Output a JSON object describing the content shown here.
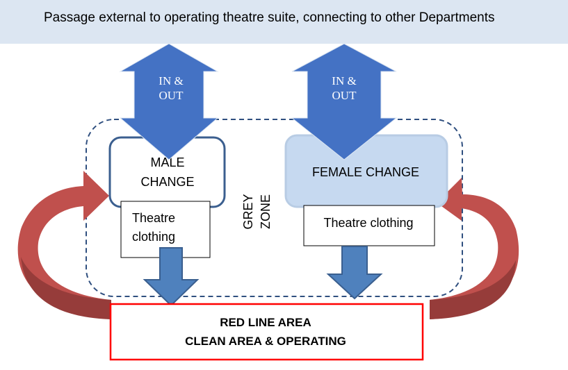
{
  "passage": {
    "label": "Passage external to operating theatre suite, connecting to other Departments"
  },
  "arrows": {
    "in_out_left": {
      "line1": "IN &",
      "line2": "OUT"
    },
    "in_out_right": {
      "line1": "IN &",
      "line2": "OUT"
    }
  },
  "male_change": {
    "line1": "MALE",
    "line2": "CHANGE"
  },
  "female_change": {
    "label": "FEMALE CHANGE"
  },
  "male_clothing": {
    "line1": "Theatre",
    "line2": "clothing"
  },
  "female_clothing": {
    "label": "Theatre clothing"
  },
  "grey_zone": {
    "line1": "GREY",
    "line2": "ZONE"
  },
  "red_line_area": {
    "line1": "RED LINE AREA",
    "line2": "CLEAN AREA & OPERATING"
  },
  "colors": {
    "passage_bg": "#dce6f2",
    "in_out_arrow": "#4472c4",
    "down_arrow": "#4f81bd",
    "down_arrow_border": "#3a5f8f",
    "male_border": "#3b5f8f",
    "female_fill": "#c6d9f0",
    "female_border": "#b8cce4",
    "dashed_zone": "#2f4f7f",
    "red_border": "#ff0000",
    "return_arrow": "#c0504d",
    "return_arrow_dark": "#963c3a"
  }
}
